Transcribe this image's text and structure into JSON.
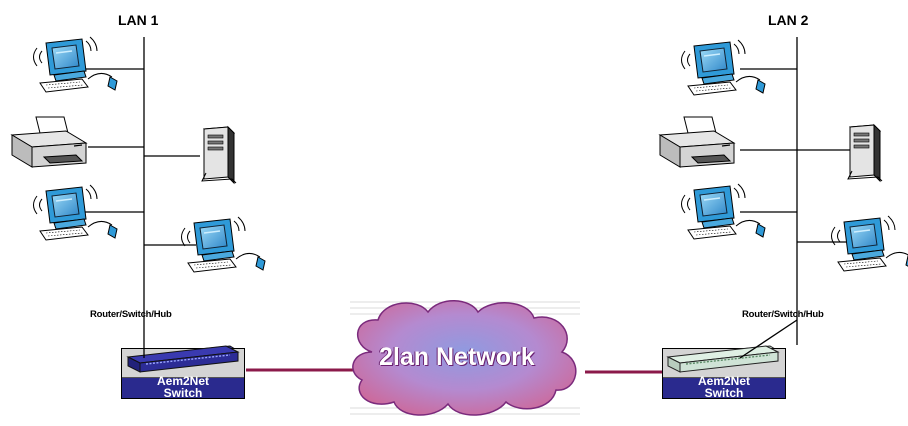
{
  "lan1": {
    "title": "LAN 1",
    "hub_label": "Router/Switch/Hub",
    "switch_line1": "Aem2Net",
    "switch_line2": "Switch"
  },
  "lan2": {
    "title": "LAN 2",
    "hub_label": "Router/Switch/Hub",
    "switch_line1": "Aem2Net",
    "switch_line2": "Switch"
  },
  "cloud": {
    "label": "2lan Network"
  },
  "colors": {
    "wan_link": "#8b1a4a",
    "monitor": "#2f9ad8",
    "switch_box": "#2a2a8e",
    "switch_lan1": "#3a3ab0",
    "switch_lan2": "#dff0e4",
    "cloud_fill": "#b98ac8"
  },
  "icons": [
    "workstation-icon",
    "printer-icon",
    "server-tower-icon",
    "network-switch-icon",
    "cloud-icon"
  ]
}
